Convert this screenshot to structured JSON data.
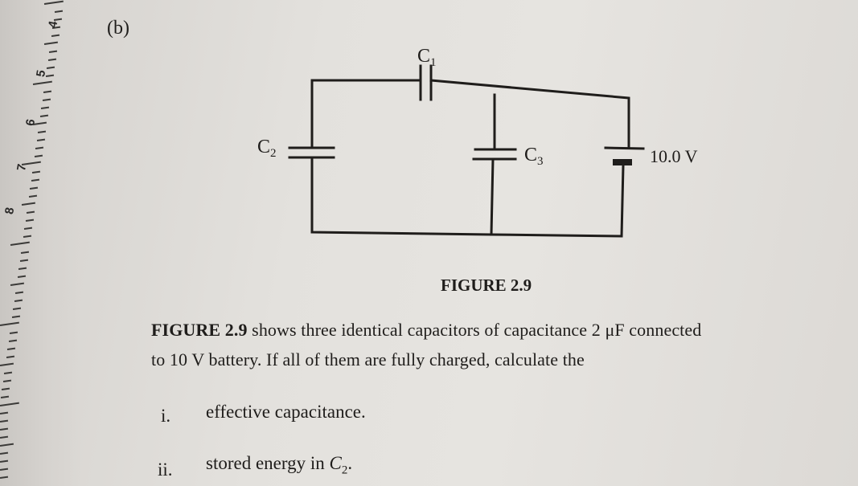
{
  "part_label": "(b)",
  "circuit": {
    "c1_label": "C",
    "c1_sub": "1",
    "c2_label": "C",
    "c2_sub": "2",
    "c3_label": "C",
    "c3_sub": "3",
    "battery_label": "10.0 V"
  },
  "figure_caption": "FIGURE 2.9",
  "paragraph": {
    "ref": "FIGURE 2.9",
    "line1_rest": " shows three identical capacitors of capacitance 2 μF connected",
    "line2": "to 10 V battery. If all of them are fully charged, calculate the"
  },
  "questions": [
    {
      "num": "i.",
      "text": "effective capacitance."
    },
    {
      "num": "ii.",
      "text": "stored energy in ",
      "var": "C",
      "var_sub": "2",
      "tail": "."
    }
  ],
  "ruler": {
    "numbers": [
      "4",
      "5",
      "6",
      "7",
      "8"
    ]
  }
}
